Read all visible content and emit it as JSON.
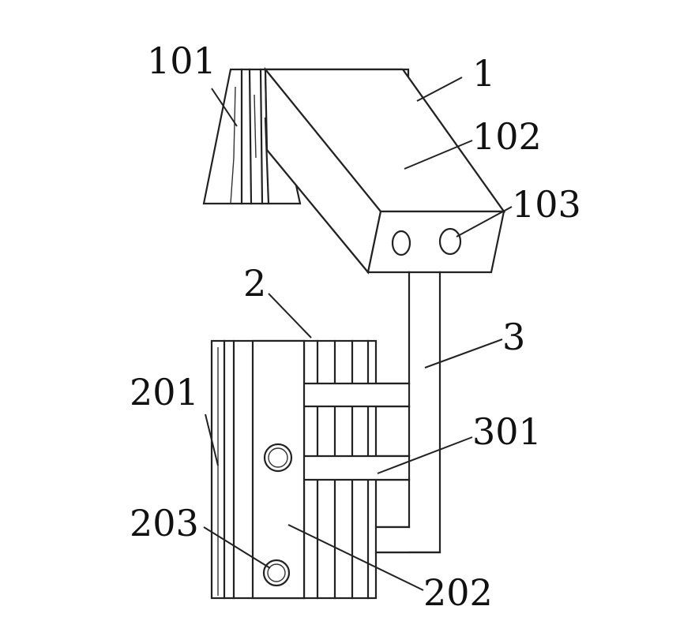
{
  "figure": {
    "labels": {
      "l101": "101",
      "l1": "1",
      "l102": "102",
      "l103": "103",
      "l2": "2",
      "l3": "3",
      "l201": "201",
      "l301": "301",
      "l203": "203",
      "l202": "202"
    },
    "colors": {
      "ink": "#222222",
      "background": "#ffffff"
    }
  }
}
